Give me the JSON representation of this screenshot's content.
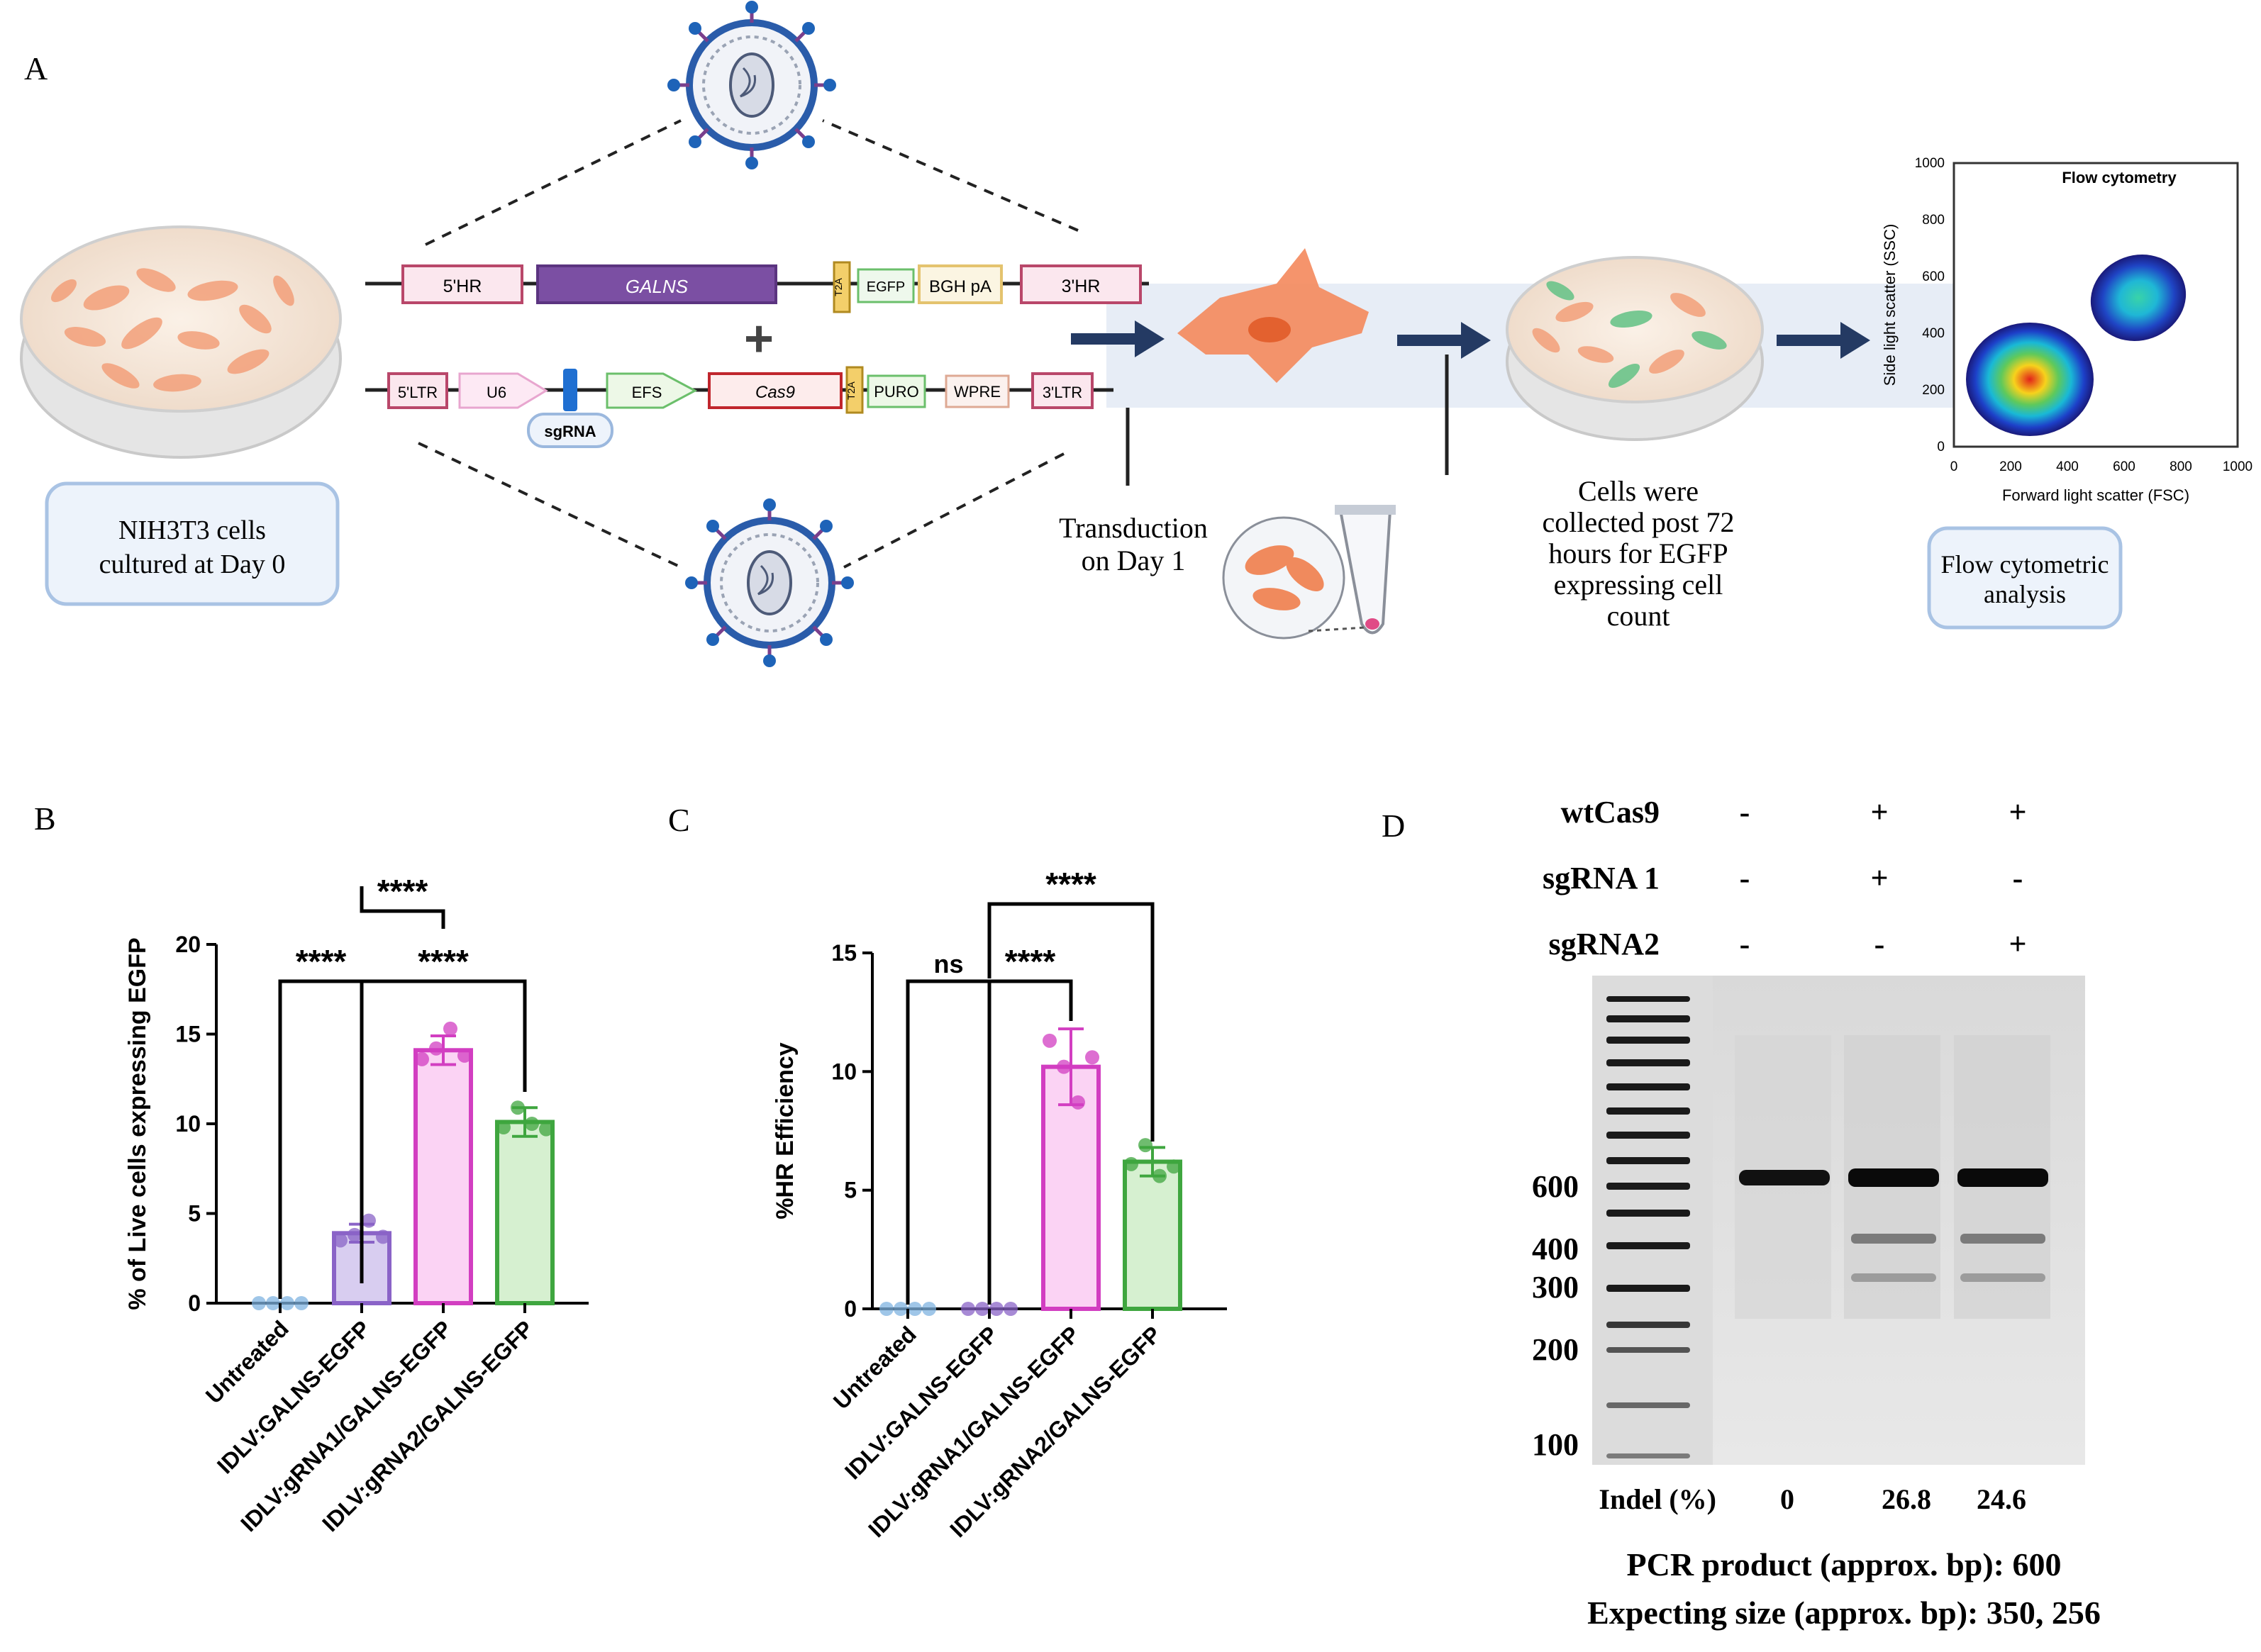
{
  "panels": {
    "a": "A",
    "b": "B",
    "c": "C",
    "d": "D"
  },
  "panel_a": {
    "dish_label_1": "NIH3T3 cells",
    "dish_label_2": "cultured at Day 0",
    "construct_top": {
      "hr5": "5'HR",
      "galns": "GALNS",
      "t2a": "T2A",
      "egfp": "EGFP",
      "bgh": "BGH pA",
      "hr3": "3'HR"
    },
    "plus": "+",
    "construct_bottom": {
      "ltr5": "5'LTR",
      "u6": "U6",
      "sgrna": "sgRNA",
      "efs": "EFS",
      "cas9": "Cas9",
      "t2a": "T2A",
      "puro": "PURO",
      "wpre": "WPRE",
      "ltr3": "3'LTR"
    },
    "transduction_1": "Transduction",
    "transduction_2": "on Day 1",
    "collected": [
      "Cells were",
      "collected post 72",
      "hours for EGFP",
      "expressing cell",
      "count"
    ],
    "flow_box_1": "Flow cytometric",
    "flow_box_2": "analysis",
    "flow_plot": {
      "title": "Flow cytometry",
      "xlabel": "Forward light scatter (FSC)",
      "ylabel": "Side light scatter (SSC)",
      "xticks": [
        "0",
        "200",
        "400",
        "600",
        "800",
        "1000"
      ],
      "yticks": [
        "0",
        "200",
        "400",
        "600",
        "800",
        "1000"
      ]
    },
    "colors": {
      "dish": "#f7ede3",
      "cell": "#f08a5d",
      "green_cell": "#6bc48a",
      "arrow": "#243a63",
      "band": "#e6edf6",
      "box_border": "#9bb8de",
      "box_fill": "#edf3fb",
      "galns": "#7b4fa3",
      "cas9_border": "#c0262d",
      "ltr": "#b9476a",
      "egfp": "#6bbf6b",
      "t2a": "#f1c453"
    }
  },
  "chart_data": [
    {
      "type": "bar",
      "panel": "B",
      "ylabel": "% of Live cells expressing EGFP",
      "categories": [
        "Untreated",
        "IDLV:GALNS-EGFP",
        "IDLV:gRNA1/GALNS-EGFP",
        "IDLV:gRNA2/GALNS-EGFP"
      ],
      "values": [
        0,
        3.9,
        14.1,
        10.1
      ],
      "errors": [
        0,
        0.5,
        0.8,
        0.8
      ],
      "points": [
        [
          0,
          0,
          0,
          0
        ],
        [
          3.5,
          3.8,
          4.6,
          3.7
        ],
        [
          13.6,
          14.2,
          15.3,
          13.8
        ],
        [
          9.8,
          10.9,
          10.0,
          9.7
        ]
      ],
      "ylim": [
        0,
        20
      ],
      "yticks": [
        "0",
        "5",
        "10",
        "15",
        "20"
      ],
      "colors": [
        "#7fb3e0",
        "#8a63c7",
        "#d23ec1",
        "#3fa63f"
      ],
      "fills": [
        "#ffffff",
        "#d8cdf0",
        "#fbd3f4",
        "#d6f0d0"
      ],
      "significance": [
        "****",
        "****",
        "****"
      ]
    },
    {
      "type": "bar",
      "panel": "C",
      "ylabel": "%HR Efficiency",
      "categories": [
        "Untreated",
        "IDLV:GALNS-EGFP",
        "IDLV:gRNA1/GALNS-EGFP",
        "IDLV:gRNA2/GALNS-EGFP"
      ],
      "values": [
        0,
        0,
        10.2,
        6.2
      ],
      "errors": [
        0,
        0,
        1.6,
        0.6
      ],
      "points": [
        [
          0,
          0,
          0,
          0
        ],
        [
          0,
          0,
          0,
          0
        ],
        [
          11.3,
          10.2,
          8.7,
          10.6
        ],
        [
          6.1,
          6.9,
          5.6,
          6.0
        ]
      ],
      "ylim": [
        0,
        15
      ],
      "yticks": [
        "0",
        "5",
        "10",
        "15"
      ],
      "colors": [
        "#7fb3e0",
        "#8a63c7",
        "#d23ec1",
        "#3fa63f"
      ],
      "fills": [
        "#ffffff",
        "#d8cdf0",
        "#fbd3f4",
        "#d6f0d0"
      ],
      "significance": [
        "ns",
        "****",
        "****"
      ]
    }
  ],
  "panel_d": {
    "rows": [
      {
        "label": "wtCas9",
        "values": [
          "-",
          "+",
          "+"
        ]
      },
      {
        "label": "sgRNA 1",
        "values": [
          "-",
          "+",
          "-"
        ]
      },
      {
        "label": "sgRNA2",
        "values": [
          "-",
          "-",
          "+"
        ]
      }
    ],
    "markers": [
      "600",
      "400",
      "300",
      "200",
      "100"
    ],
    "indel_label": "Indel (%)",
    "indel_values": [
      "0",
      "26.8",
      "24.6"
    ],
    "caption_1": "PCR product (approx. bp): 600",
    "caption_2": "Expecting size (approx. bp): 350, 256"
  }
}
